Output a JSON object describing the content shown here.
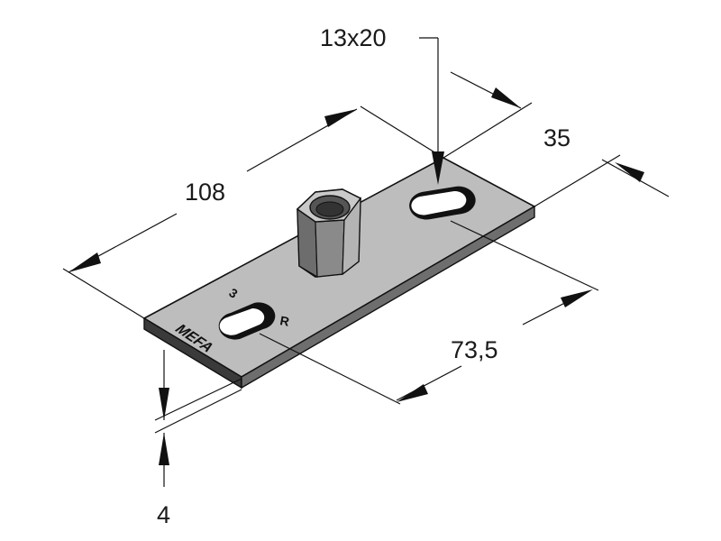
{
  "dimensions": {
    "length": "108",
    "width": "35",
    "slot_size": "13x20",
    "hole_spacing": "73,5",
    "thickness": "4"
  },
  "markings": {
    "brand": "MEFA",
    "size_mark": "3",
    "type_mark": "R"
  }
}
